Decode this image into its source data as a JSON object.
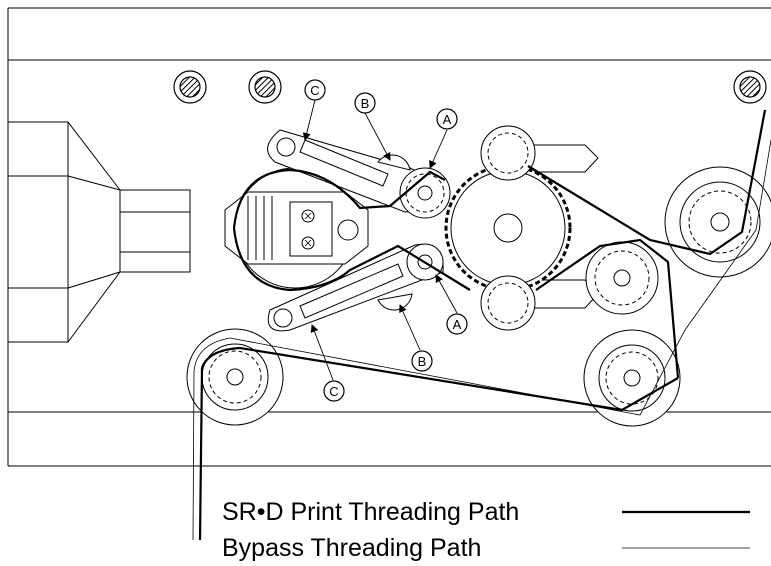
{
  "callouts": {
    "a": "A",
    "b": "B",
    "c": "C"
  },
  "legend": {
    "print_path_label": "SR•D Print Threading Path",
    "bypass_path_label": "Bypass Threading Path"
  },
  "colors": {
    "line": "#000000",
    "background": "#ffffff"
  }
}
